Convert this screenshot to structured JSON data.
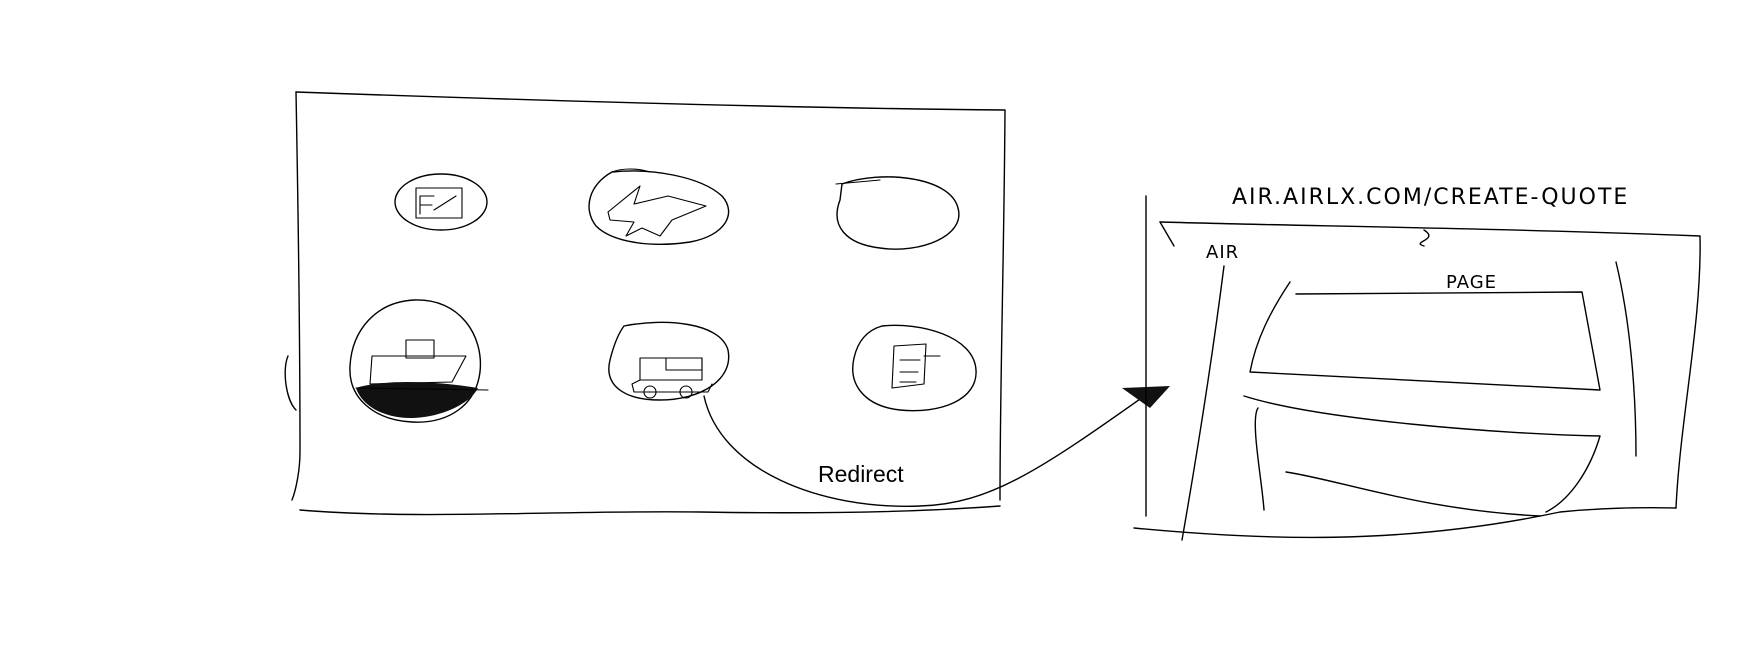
{
  "connector": {
    "label": "Redirect"
  },
  "target_page": {
    "url": "AIR.AIRLX.COM/CREATE-QUOTE",
    "sidebar_label": "AIR",
    "content_label": "PAGE"
  },
  "menu_icons": [
    {
      "name": "envelope-icon"
    },
    {
      "name": "airplane-icon"
    },
    {
      "name": "blank-icon"
    },
    {
      "name": "ship-icon"
    },
    {
      "name": "truck-icon"
    },
    {
      "name": "document-icon"
    }
  ]
}
